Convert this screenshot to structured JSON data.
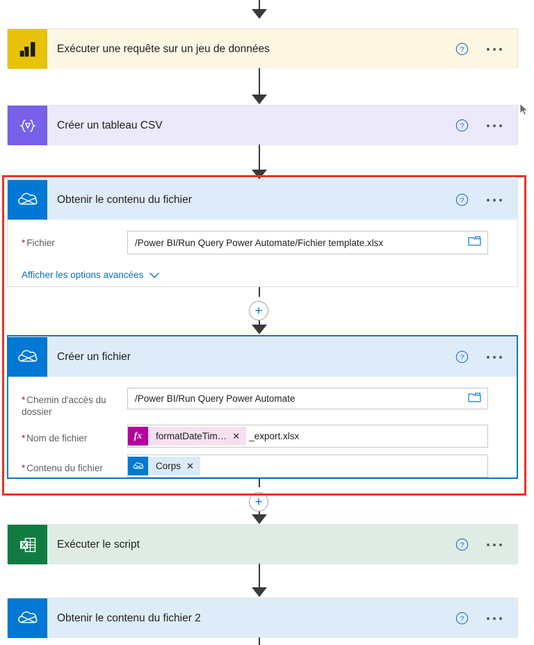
{
  "flow": {
    "steps": [
      {
        "id": "run-query-dataset",
        "title": "Exécuter une requête sur un jeu de données",
        "icon": "power-bi-icon",
        "theme": "powerbi",
        "help_label": "?",
        "more_label": "…"
      },
      {
        "id": "create-csv-table",
        "title": "Créer un tableau CSV",
        "icon": "csv-table-icon",
        "theme": "csv",
        "help_label": "?",
        "more_label": "…"
      },
      {
        "id": "get-file-content",
        "title": "Obtenir le contenu du fichier",
        "icon": "onedrive-icon",
        "theme": "onedrive",
        "help_label": "?",
        "more_label": "…",
        "fields": [
          {
            "label": "Fichier",
            "required": true,
            "value": "/Power BI/Run Query Power Automate/Fichier template.xlsx",
            "picker_icon": "folder-picker-icon"
          }
        ],
        "advanced_link": "Afficher les options avancées"
      },
      {
        "id": "create-file",
        "title": "Créer un fichier",
        "icon": "onedrive-icon",
        "theme": "onedrive",
        "help_label": "?",
        "more_label": "…",
        "selected": true,
        "fields": [
          {
            "label": "Chemin d'accès du dossier",
            "required": true,
            "value": "/Power BI/Run Query Power Automate",
            "picker_icon": "folder-picker-icon"
          },
          {
            "label": "Nom de fichier",
            "required": true,
            "token": {
              "icon": "fx-icon",
              "icon_text": "fx",
              "text": "formatDateTim…",
              "remove_label": "✕",
              "style": "pink"
            },
            "trailing_text": "_export.xlsx"
          },
          {
            "label": "Contenu du fichier",
            "required": true,
            "token": {
              "icon": "onedrive-icon",
              "icon_text": "",
              "text": "Corps",
              "remove_label": "✕",
              "style": "blue"
            },
            "trailing_text": ""
          }
        ]
      },
      {
        "id": "run-script",
        "title": "Exécuter le script",
        "icon": "excel-icon",
        "theme": "excel",
        "help_label": "?",
        "more_label": "…"
      },
      {
        "id": "get-file-content-2",
        "title": "Obtenir le contenu du fichier 2",
        "icon": "onedrive-icon",
        "theme": "onedrive",
        "help_label": "?",
        "more_label": "…"
      }
    ],
    "add_step_label": "+",
    "highlight_color": "#ee3124",
    "selection_color": "#0078d4",
    "link_color": "#0f6cbd",
    "required_color": "#a4262c"
  }
}
